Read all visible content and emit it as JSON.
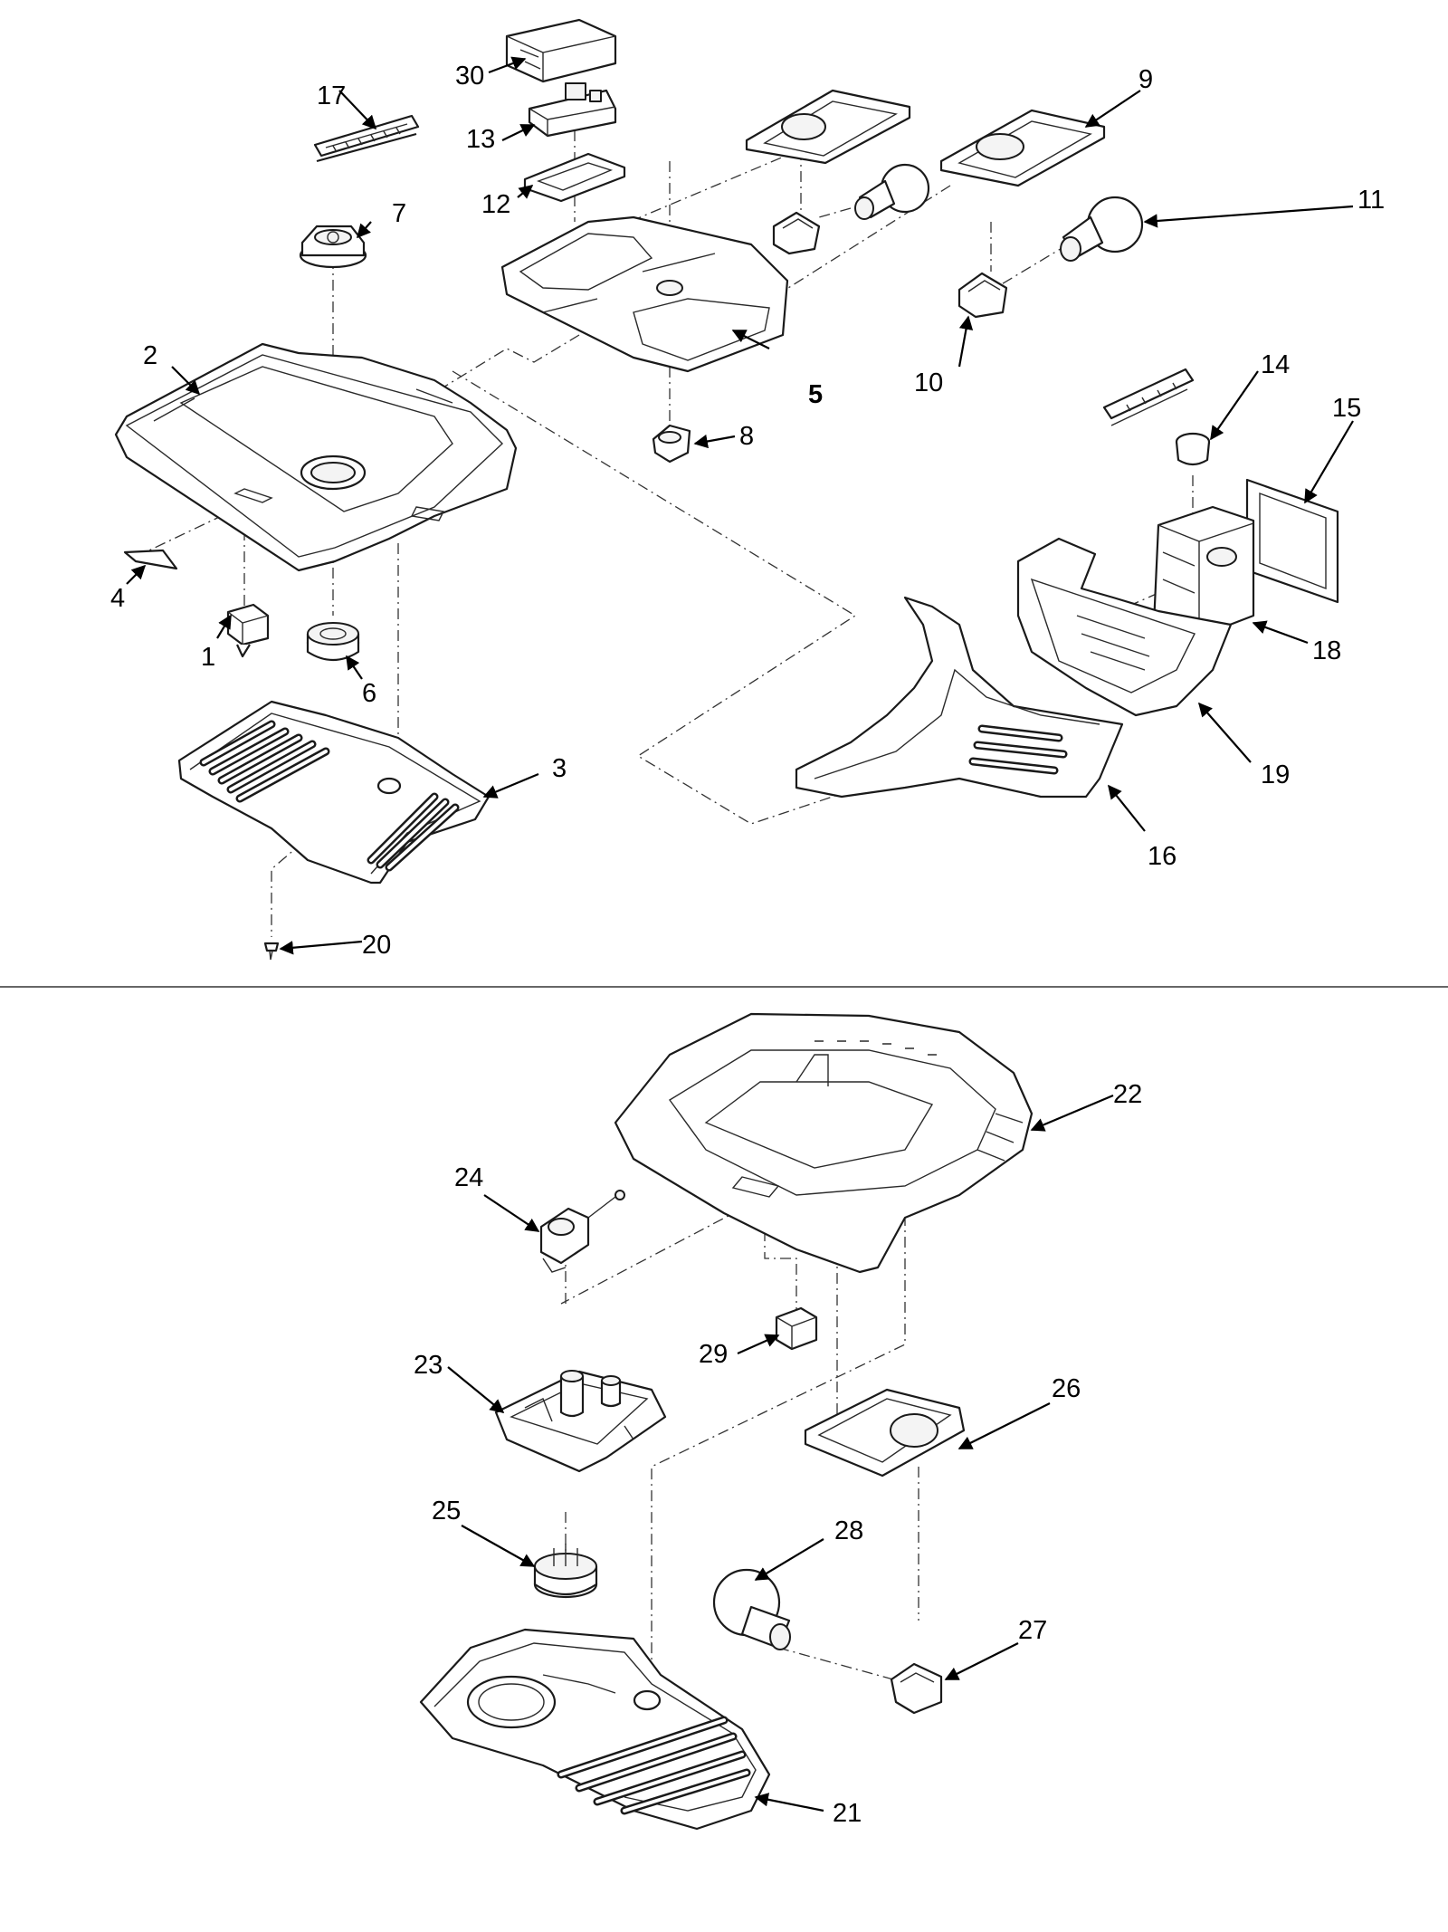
{
  "callouts": {
    "c1": "1",
    "c2": "2",
    "c3": "3",
    "c4": "4",
    "c5": "5",
    "c6": "6",
    "c7": "7",
    "c8": "8",
    "c9": "9",
    "c10": "10",
    "c11": "11",
    "c12": "12",
    "c13": "13",
    "c14": "14",
    "c15": "15",
    "c16": "16",
    "c17": "17",
    "c18": "18",
    "c19": "19",
    "c20": "20",
    "c21": "21",
    "c22": "22",
    "c23": "23",
    "c24": "24",
    "c25": "25",
    "c26": "26",
    "c27": "27",
    "c28": "28",
    "c29": "29",
    "c30": "30"
  },
  "colors": {
    "line": "#1a1a1a",
    "background": "#ffffff"
  }
}
